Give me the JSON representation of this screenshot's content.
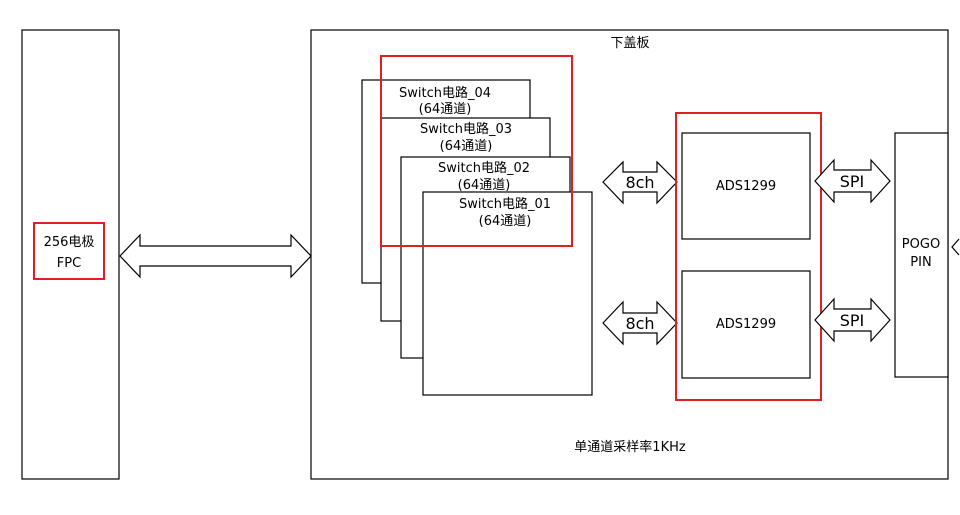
{
  "fpc": {
    "line1": "256电极",
    "line2": "FPC"
  },
  "board": {
    "title": "下盖板",
    "note": "单通道采样率1KHz"
  },
  "switches": [
    {
      "name": "Switch电路_04",
      "channels": "(64通道)"
    },
    {
      "name": "Switch电路_03",
      "channels": "(64通道)"
    },
    {
      "name": "Switch电路_02",
      "channels": "(64通道)"
    },
    {
      "name": "Switch电路_01",
      "channels": "(64通道)"
    }
  ],
  "adc": [
    {
      "label": "ADS1299"
    },
    {
      "label": "ADS1299"
    }
  ],
  "links": {
    "ch_label_top": "8ch",
    "ch_label_bottom": "8ch",
    "spi_top": "SPI",
    "spi_bottom": "SPI"
  },
  "pogo": {
    "line1": "POGO",
    "line2": "PIN"
  },
  "colors": {
    "highlight": "#e02020",
    "stroke": "#000000",
    "fill": "#ffffff"
  }
}
